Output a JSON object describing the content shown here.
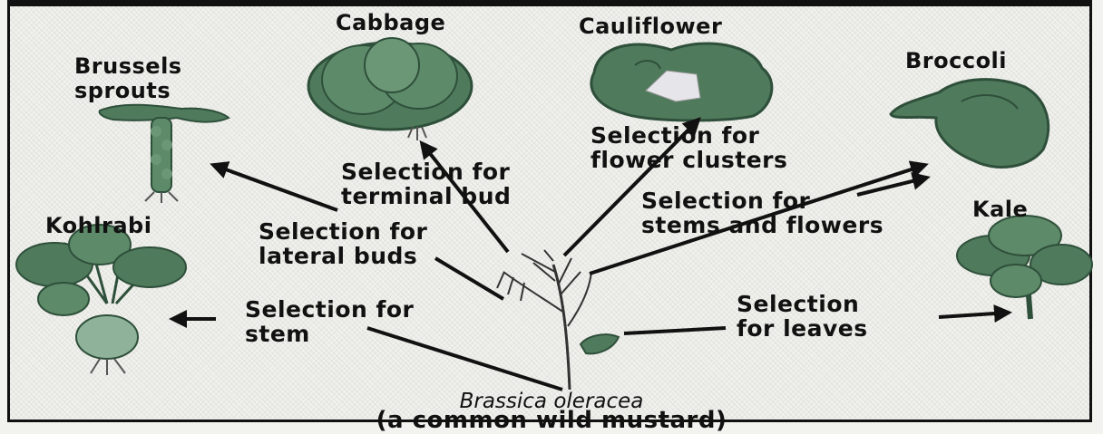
{
  "diagram": {
    "plants": {
      "cabbage": "Cabbage",
      "cauliflower": "Cauliflower",
      "brussels_sprouts": "Brussels\nsprouts",
      "broccoli": "Broccoli",
      "kohlrabi": "Kohlrabi",
      "kale": "Kale"
    },
    "selections": {
      "terminal_bud": "Selection for\nterminal bud",
      "flower_clusters": "Selection for\nflower clusters",
      "stems_and_flowers": "Selection for\nstems and flowers",
      "lateral_buds": "Selection for\nlateral buds",
      "stem": "Selection for\nstem",
      "leaves": "Selection\nfor leaves"
    },
    "ancestor": {
      "species": "Brassica oleracea",
      "common_name": "(a common wild mustard)"
    }
  },
  "colors": {
    "leaf_green": "#4f7a5c",
    "leaf_dark": "#2e4f3a",
    "line": "#111111",
    "background": "#f0f0ec"
  }
}
